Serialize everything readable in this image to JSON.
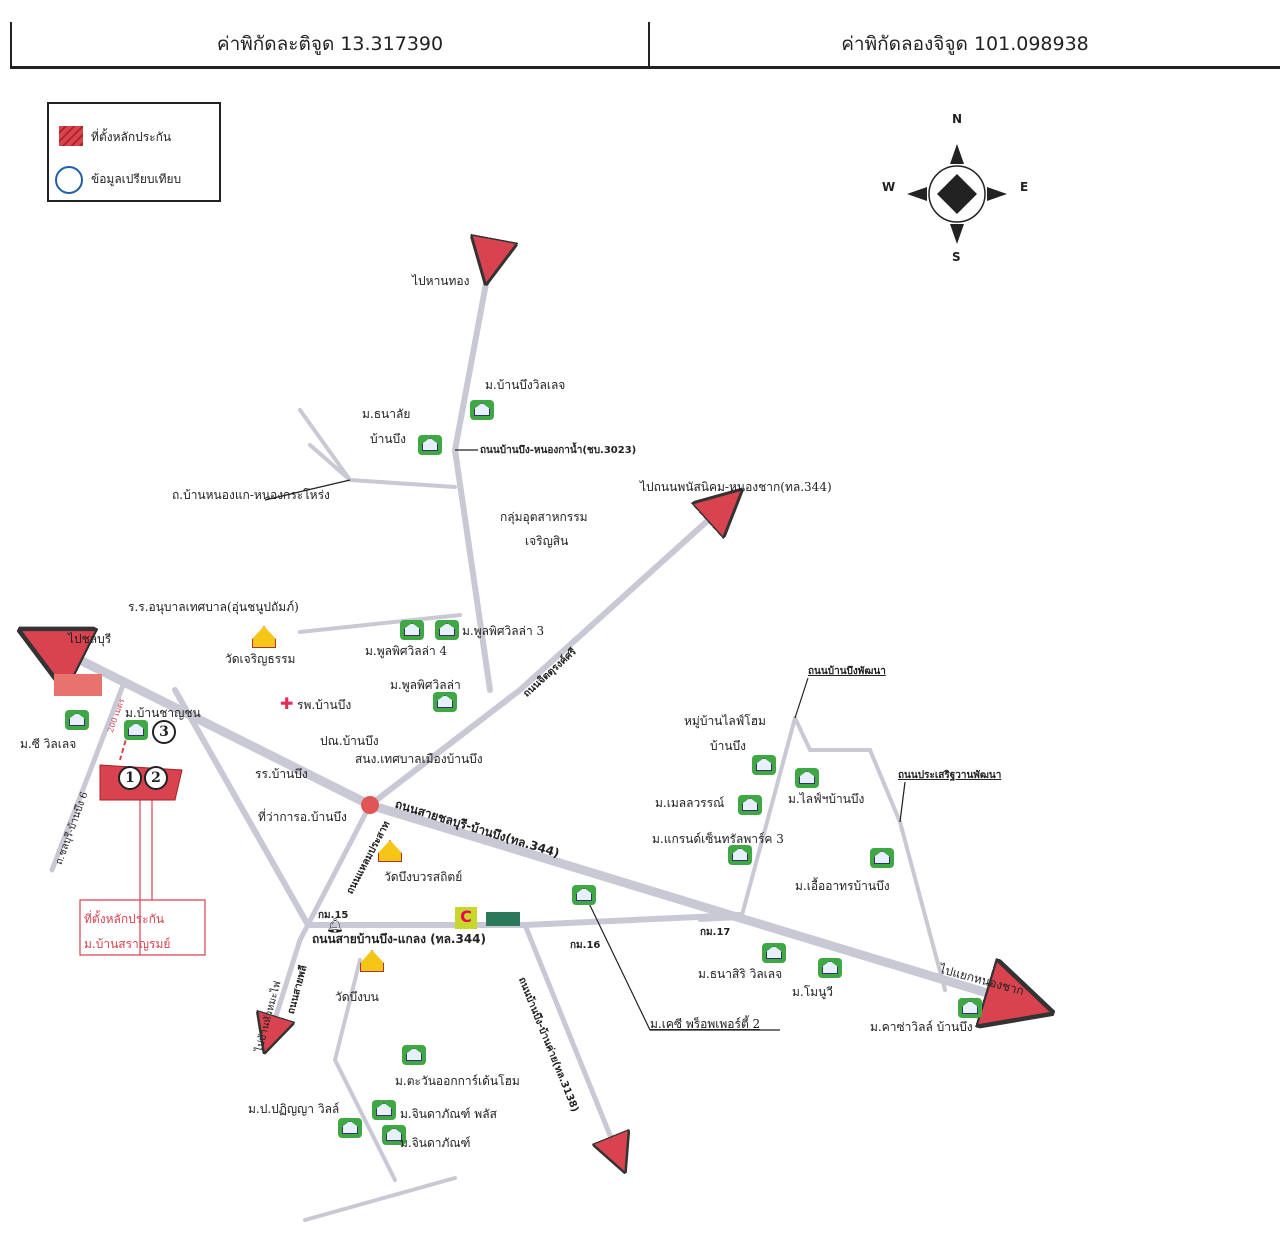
{
  "header": {
    "latitude": "ค่าพิกัดละติจูด 13.317390",
    "longitude": "ค่าพิกัดลองจิจูด 101.098938"
  },
  "legend": {
    "collateral": "ที่ตั้งหลักประกัน",
    "comparison": "ข้อมูลเปรียบเทียบ",
    "collateral_color": "#d9434f",
    "comparison_color": "#1f5fa8"
  },
  "compass": {
    "n": "N",
    "e": "E",
    "s": "S",
    "w": "W"
  },
  "labels": {
    "to_hanthong": "ไปหานทอง",
    "ban_bueng_village": "ม.บ้านบึงวิลเลจ",
    "thanalai": "ม.ธนาลัย",
    "thanalai2": "บ้านบึง",
    "road_3023": "ถนนบ้านบึง-หนองกาน้ำ(ชบ.3023)",
    "road_nongkae": "ถ.บ้านหนองแก-หนองกระโหร่ง",
    "to_phanat": "ไปถนนพนัสนิคม-หนองชาก(ทล.344)",
    "industry1": "กลุ่มอุตสาหกรรม",
    "industry2": "เจริญสิน",
    "kindergarten": "ร.ร.อนุบาลเทศบาล(อุ่นชนูปถัมภ์)",
    "wat_charoen": "วัดเจริญธรรม",
    "poonpis3": "ม.พูลพิศวิลล่า 3",
    "poonpis4": "ม.พูลพิศวิลล่า 4",
    "poonpis": "ม.พูลพิศวิลล่า",
    "to_chonburi": "ไปชลบุรี",
    "road_chitturong": "ถนนจิตตุรงค์ศรี",
    "hospital": "รพ.บ้านบึง",
    "chanchon": "ม.บ้านชาญชน",
    "c_village": "ม.ซี วิลเลจ",
    "post_office": "ปณ.บ้านบึง",
    "municipality": "สนง.เทศบาลเมืองบ้านบึง",
    "school": "รร.บ้านบึง",
    "district_office": "ที่ว่าการอ.บ้านบึง",
    "road_344": "ถนนสายชลบุรี-บ้านบึง(ทล.344)",
    "wat_bueng": "วัดบึงบวรสถิตย์",
    "road_laem": "ถนนแหลมประสาท",
    "collateral_box1": "ที่ตั้งหลักประกัน",
    "collateral_box2": "ม.บ้านสราญรมย์",
    "road_left": "ถ.ชลบุรี-บ้านบึง 6",
    "distance": "200 เมตร",
    "km15": "กม.15",
    "road_klaeng": "ถนนสายบ้านบึง-แกลง (ทล.344)",
    "km16": "กม.16",
    "wat_bueng_bon": "วัดบึงบน",
    "road_phli": "ถนนสายพลี",
    "to_hua_fai": "ไปบ้านหัวหมะไฟ",
    "tawanok": "ม.ตะวันออกการ์เด้นโฮม",
    "patinya": "ม.ป.ปฏิญญา วิลล์",
    "chinda_plus": "ม.จินดาภัณฑ์ พลัส",
    "chinda": "ม.จินดาภัณฑ์",
    "road_3138": "ถนนบ้านบึง-บ้านค่าย(ทล.3138)",
    "kc_property": "ม.เคซี พร็อพเพอร์ตี้ 2",
    "road_pattana": "ถนนบ้านบึงพัฒนา",
    "lifehome1": "หมู่บ้านไลฟ์โฮม",
    "lifehome2": "บ้านบึง",
    "melwan": "ม.เมลลวรรณ์",
    "life_bb": "ม.ไลฟ์ฯบ้านบึง",
    "road_prasert": "ถนนประเสริฐวานพัฒนา",
    "grand": "ม.แกรนด์เซ็นทรัลพาร์ค 3",
    "eua": "ม.เอื้ออาทรบ้านบึง",
    "km17": "กม.17",
    "thanasiri": "ม.ธนาสิริ วิลเลจ",
    "monuwee": "ม.โมนูวี",
    "to_nongchak": "ไปแยกหนองชาก",
    "casa": "ม.คาซ่าวิลล์ บ้านบึง"
  },
  "markers": {
    "1": "1",
    "2": "2",
    "3": "3"
  }
}
